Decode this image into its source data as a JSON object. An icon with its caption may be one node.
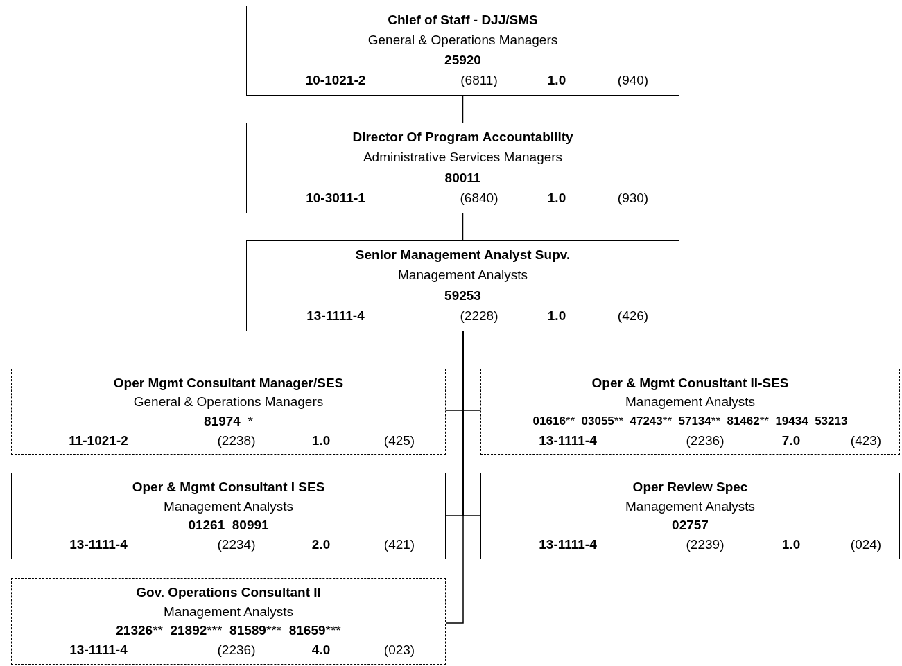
{
  "diagram": {
    "nodes": [
      {
        "text": [
          "Chief of Staff - DJJ/SMS",
          "General & Operations Managers",
          "25920",
          "10-1021-2",
          "(6811)",
          "1.0",
          "(940)"
        ]
      },
      {
        "text": [
          "Director Of Program Accountability",
          "Administrative Services Managers",
          "80011",
          "10-3011-1",
          "(6840)",
          "1.0",
          "(930)"
        ]
      },
      {
        "text": [
          "Senior Management Analyst Supv.",
          "Management Analysts",
          "59253",
          "13-1111-4",
          "(2228)",
          "1.0",
          "(426)"
        ]
      },
      {
        "text": [
          "Oper Mgmt Consultant Manager/SES",
          "General & Operations Managers",
          "81974 *",
          "11-1021-2",
          "(2238)",
          "1.0",
          "(425)"
        ]
      },
      {
        "text": [
          "Oper & Mgmt Conusltant II-SES",
          "Management Analysts",
          "01616** 03055** 47243** 57134** 81462** 19434 53213",
          "13-1111-4",
          "(2236)",
          "7.0",
          "(423)"
        ]
      },
      {
        "text": [
          "Oper & Mgmt Consultant I SES",
          "Management Analysts",
          "01261 80991",
          "13-1111-4",
          "(2234)",
          "2.0",
          "(421)"
        ]
      },
      {
        "text": [
          "Oper Review Spec",
          "Management Analysts",
          "02757",
          "13-1111-4",
          "(2239)",
          "1.0",
          "(024)"
        ]
      },
      {
        "text": [
          "Gov. Operations Consultant II",
          "Management Analysts",
          "21326** 21892*** 81589*** 81659***",
          "13-1111-4",
          "(2236)",
          "4.0",
          "(023)"
        ]
      }
    ],
    "edges": [
      {
        "from": 0,
        "to": 1,
        "arrow": "none"
      },
      {
        "from": 1,
        "to": 2,
        "arrow": "none"
      },
      {
        "from": 2,
        "to": 3,
        "arrow": "none"
      },
      {
        "from": 2,
        "to": 4,
        "arrow": "none"
      },
      {
        "from": 2,
        "to": 5,
        "arrow": "none"
      },
      {
        "from": 2,
        "to": 6,
        "arrow": "none"
      },
      {
        "from": 2,
        "to": 7,
        "arrow": "none"
      }
    ]
  }
}
